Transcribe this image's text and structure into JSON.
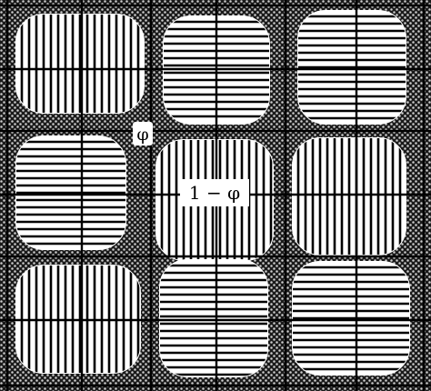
{
  "labels": {
    "phi": "φ",
    "one_minus_phi": "1 − φ"
  },
  "cells": [
    {
      "row": 0,
      "col": 0,
      "stripes": "vertical"
    },
    {
      "row": 0,
      "col": 1,
      "stripes": "horizontal"
    },
    {
      "row": 0,
      "col": 2,
      "stripes": "horizontal"
    },
    {
      "row": 1,
      "col": 0,
      "stripes": "horizontal"
    },
    {
      "row": 1,
      "col": 1,
      "stripes": "vertical"
    },
    {
      "row": 1,
      "col": 2,
      "stripes": "vertical"
    },
    {
      "row": 2,
      "col": 0,
      "stripes": "vertical"
    },
    {
      "row": 2,
      "col": 1,
      "stripes": "horizontal"
    },
    {
      "row": 2,
      "col": 2,
      "stripes": "horizontal"
    }
  ],
  "colors": {
    "matrix_dark": "#1a1a1a",
    "matrix_light": "#c8c8c8",
    "cell": "#ffffff",
    "stripe": "#000000"
  }
}
